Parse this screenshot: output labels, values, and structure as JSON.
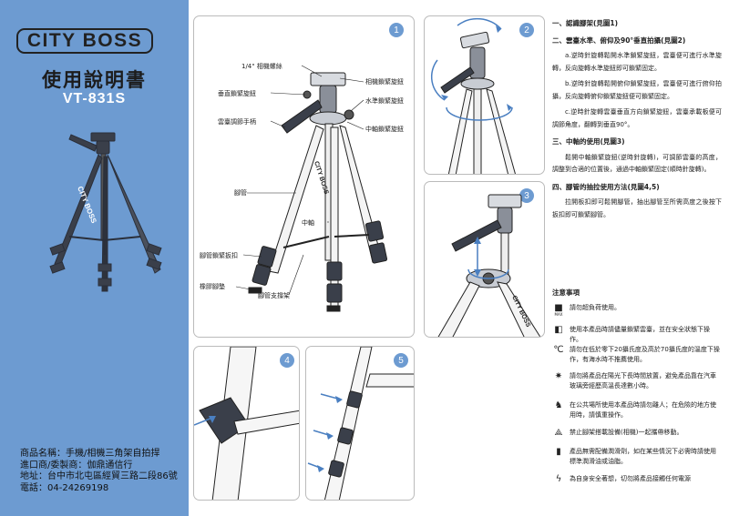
{
  "brand": {
    "logo": "CITY BOSS",
    "title": "使用說明書",
    "model": "VT-831S"
  },
  "left_panel_text": {
    "tripod_label": "CITY BOSS",
    "info_lines": [
      "商品名稱：手機/相機三角架自拍捍",
      "進口商/委製商：伽鼎通信行",
      "地址：台中市北屯區經貿三路二段86號",
      "電話：04-24269198"
    ]
  },
  "panel1": {
    "number": "1",
    "labels": {
      "screw": "1/4\" 相機螺絲",
      "lock_knob": "相機鎖緊旋鈕",
      "vertical_knob": "垂直鎖緊旋鈕",
      "horizontal_knob": "水準鎖緊旋鈕",
      "handle": "雲臺調節手柄",
      "center_knob": "中軸鎖緊旋鈕",
      "leg": "腳管",
      "center_axis": "中軸",
      "leg_clamp": "腳管鎖緊扳扣",
      "rubber_foot": "橡膠腳墊",
      "brace": "腳管支撐架"
    },
    "leg_text": "CITY BOSS"
  },
  "panel2": {
    "number": "2"
  },
  "panel3": {
    "number": "3",
    "leg_text": "CITY BOSS"
  },
  "panel4": {
    "number": "4"
  },
  "panel5": {
    "number": "5"
  },
  "instructions": {
    "s1_title": "一、認識腳架(見圖1)",
    "s2_title": "二、雲臺水準、俯仰及90°垂直拍攝(見圖2)",
    "s2_a": "a.逆時針旋轉鬆開水準鎖緊旋鈕，雲臺便可進行水準旋轉，反向旋轉水準旋鈕即可鎖緊固定。",
    "s2_b": "b.逆時針旋轉鬆開俯仰鎖緊旋鈕，雲臺便可進行俯仰拍攝，反向旋轉俯仰鎖緊旋鈕便可鎖緊固定。",
    "s2_c": "c.逆時針旋轉雲臺垂直方向鎖緊旋鈕，雲臺承載板便可調節角度，翻轉到垂直90°。",
    "s3_title": "三、中軸的使用(見圖3)",
    "s3_text": "鬆開中軸鎖緊旋鈕(逆時針旋轉)，可調節雲臺的高度，調整到合適的位置後，通過中軸鎖緊固定(順時針旋轉)。",
    "s4_title": "四、腳管的抽拉使用方法(見圖4,5)",
    "s4_text": "拉開板扣即可鬆開腳管，抽出腳管至所需高度之後按下扳扣即可鎖緊腳管。"
  },
  "notes": {
    "title": "注意事項",
    "items": [
      {
        "icon": "weight-max-icon",
        "text": "請勿超負荷使用。",
        "badge": "MAX"
      },
      {
        "icon": "balance-icon",
        "text": "使用本產品時請儘量鎖緊雲臺，並在安全狀態下操作。"
      },
      {
        "icon": "temperature-icon",
        "text": "請勿在低於零下20攝氏度及高於70攝氏度的溫度下操作，有海水時不推薦使用。"
      },
      {
        "icon": "sun-icon",
        "text": "請勿將產品在陽光下長時間放置，避免產品靠在汽車玻璃旁經歷高溫長達數小時。"
      },
      {
        "icon": "walking-person-icon",
        "text": "在公共場所使用本產品時請勿離人；在危險的地方使用時，請慎重操作。"
      },
      {
        "icon": "tripod-move-icon",
        "text": "禁止腳架搭載設備(相機)一起攜帶移動。"
      },
      {
        "icon": "oil-bottle-icon",
        "text": "產品無需配備潤滑劑，如在某些情況下必需時請使用標準潤滑油或油脂。"
      },
      {
        "icon": "lightning-icon",
        "text": "為自身安全著想，切勿將產品接觸任何電源"
      }
    ]
  }
}
